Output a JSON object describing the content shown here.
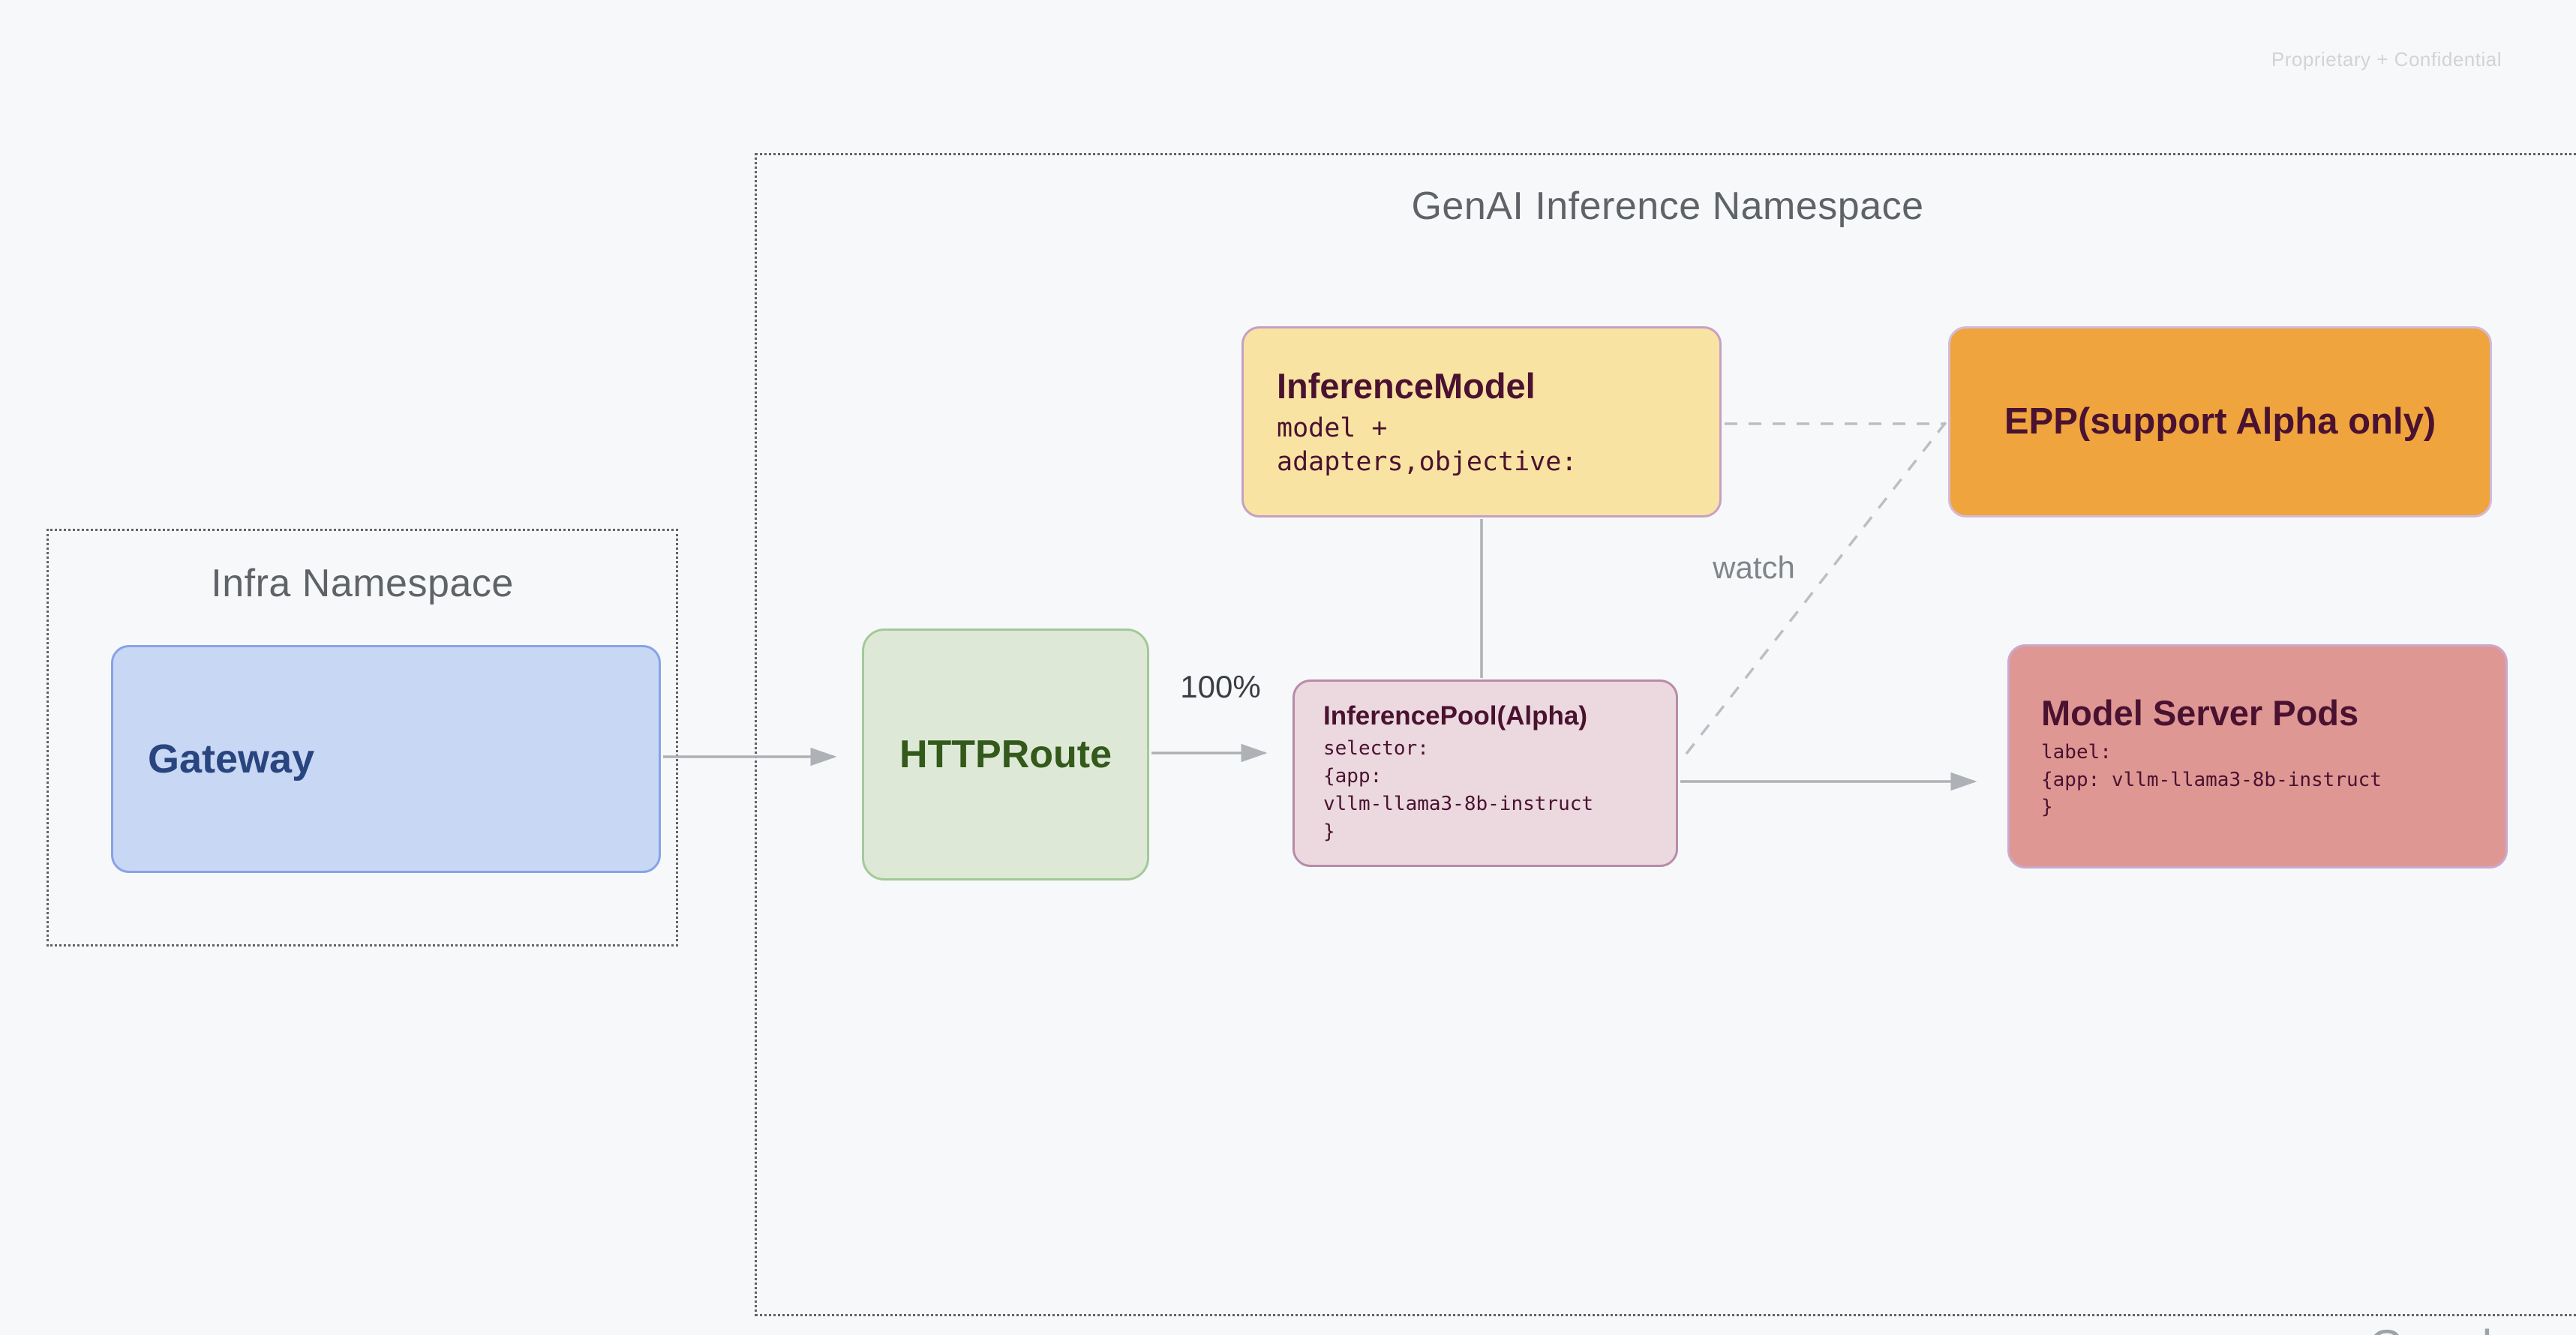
{
  "page": {
    "confidential_watermark": "Proprietary + Confidential",
    "brand_watermark": "Google"
  },
  "namespaces": {
    "infra": {
      "title": "Infra Namespace"
    },
    "genai": {
      "title": "GenAI Inference Namespace"
    }
  },
  "nodes": {
    "gateway": {
      "title": "Gateway"
    },
    "httproute": {
      "title": "HTTPRoute"
    },
    "inference_model": {
      "title": "InferenceModel",
      "code": "model +\nadapters,objective:"
    },
    "epp": {
      "title": "EPP(support Alpha only)"
    },
    "inference_pool": {
      "title": "InferencePool(Alpha)",
      "code": "selector:\n{app:\nvllm-llama3-8b-instruct\n}"
    },
    "model_server_pods": {
      "title": "Model Server Pods",
      "code": "label:\n{app: vllm-llama3-8b-instruct\n}"
    }
  },
  "edge_labels": {
    "traffic_split": "100%",
    "watch": "watch"
  },
  "edges": [
    {
      "from": "gateway",
      "to": "httproute",
      "style": "solid-arrow"
    },
    {
      "from": "httproute",
      "to": "inference_pool",
      "style": "solid-arrow",
      "label": "100%"
    },
    {
      "from": "inference_model",
      "to": "inference_pool",
      "style": "solid-line"
    },
    {
      "from": "inference_model",
      "to": "epp",
      "style": "dashed-line"
    },
    {
      "from": "inference_pool",
      "to": "epp",
      "style": "dashed-line",
      "label": "watch"
    },
    {
      "from": "inference_pool",
      "to": "model_server_pods",
      "style": "solid-arrow"
    }
  ],
  "colors": {
    "background": "#F7F8FA",
    "namespace_border": "#5F6368",
    "namespace_title": "#5F6368",
    "gateway_fill": "#C8D7F3",
    "gateway_border": "#87A3E8",
    "gateway_text": "#29457F",
    "httproute_fill": "#DDE9D6",
    "httproute_border": "#A5C899",
    "httproute_text": "#33591B",
    "inference_model_fill": "#F9E3A2",
    "inference_model_border": "#C6A0C3",
    "epp_fill": "#F0A43E",
    "epp_border": "#D4BAD7",
    "inference_pool_fill": "#EBD9DF",
    "inference_pool_border": "#B88CA9",
    "model_server_pods_fill": "#DE9793",
    "model_server_pods_border": "#CBA8CD",
    "node_dark_text": "#4A1230",
    "connector": "#AEB1B5",
    "dashed_connector": "#BBBEC3",
    "traffic_label_text": "#3A3E42",
    "watch_label_text": "#7F858B",
    "confidential_text": "#D2D3D6"
  }
}
